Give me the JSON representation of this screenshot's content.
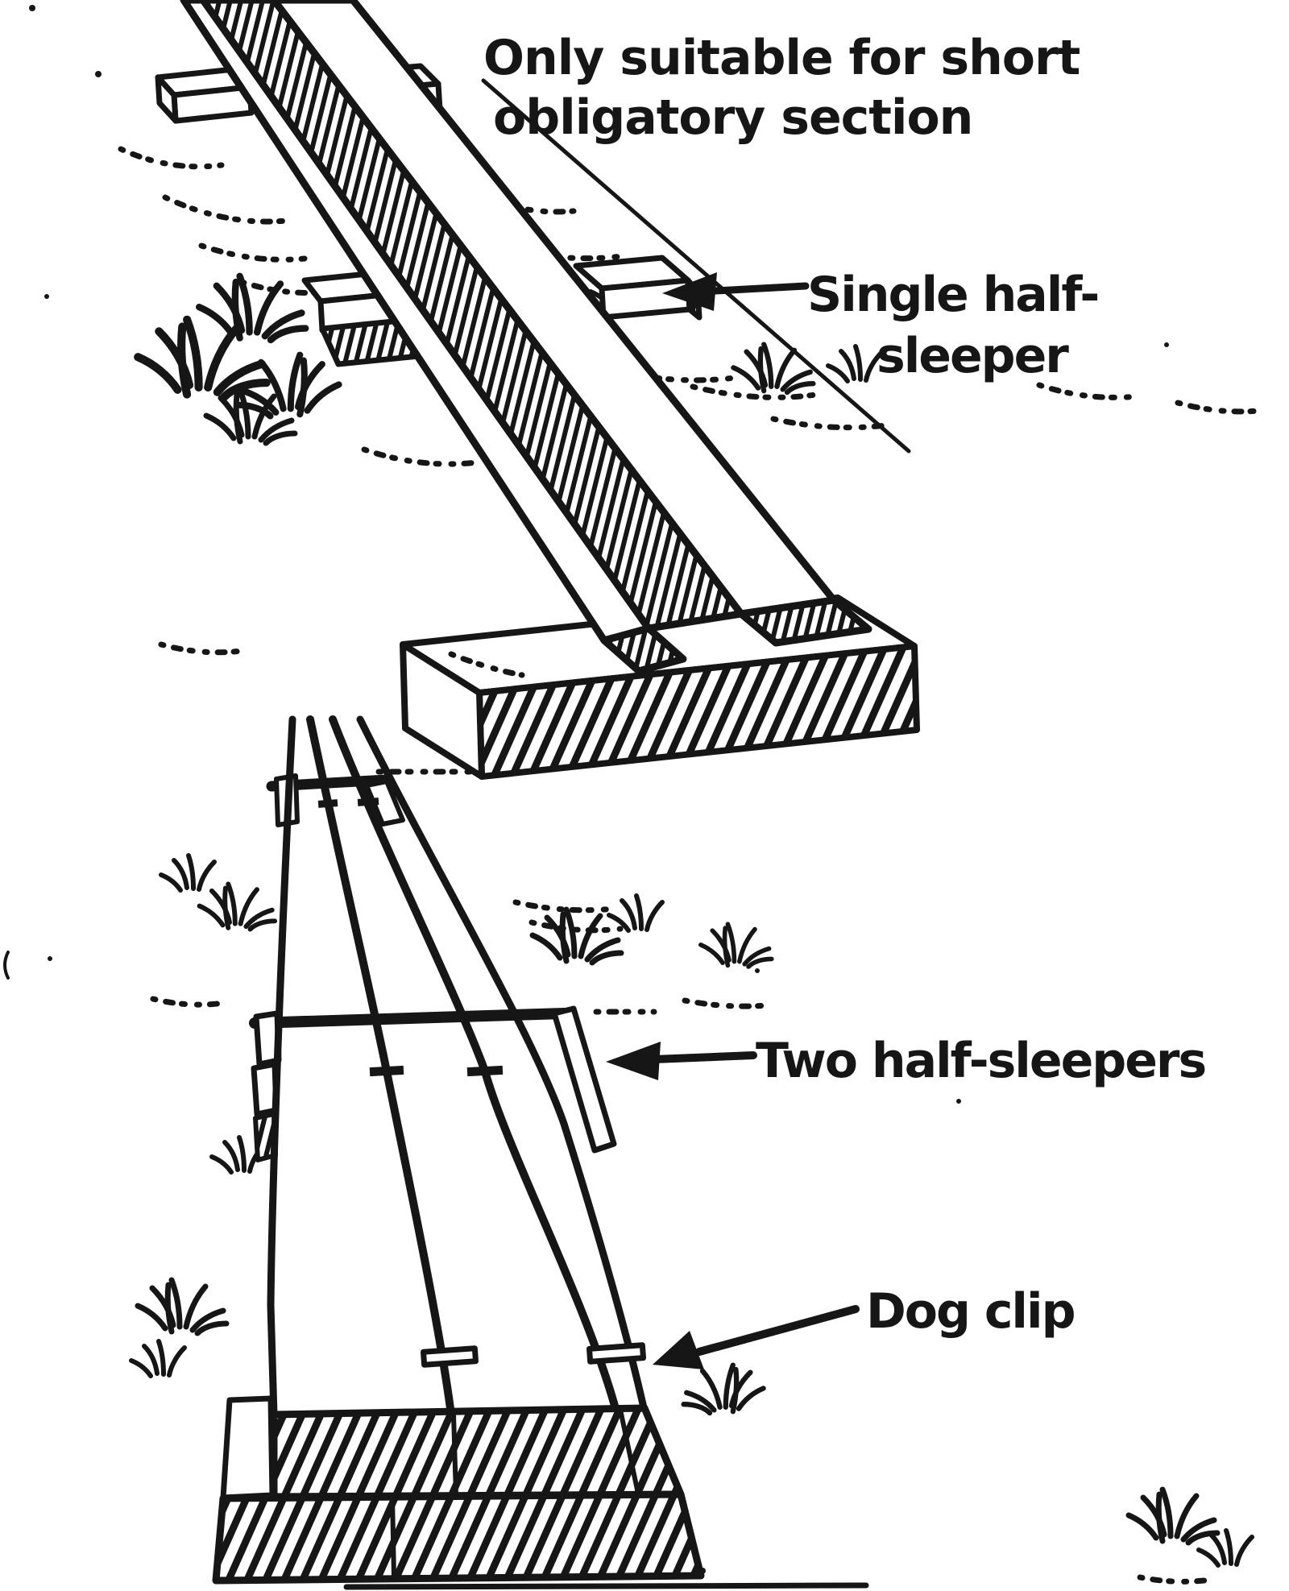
{
  "page": {
    "paper": "#ffffff",
    "ink": "#161616"
  },
  "top_figure": {
    "caption_line1": "Only suitable for short",
    "caption_line2": "obligatory section",
    "label_line1": "Single half-",
    "label_line2": "sleeper"
  },
  "bottom_figure": {
    "label_sleepers": "Two half-sleepers",
    "label_clip": "Dog clip"
  }
}
